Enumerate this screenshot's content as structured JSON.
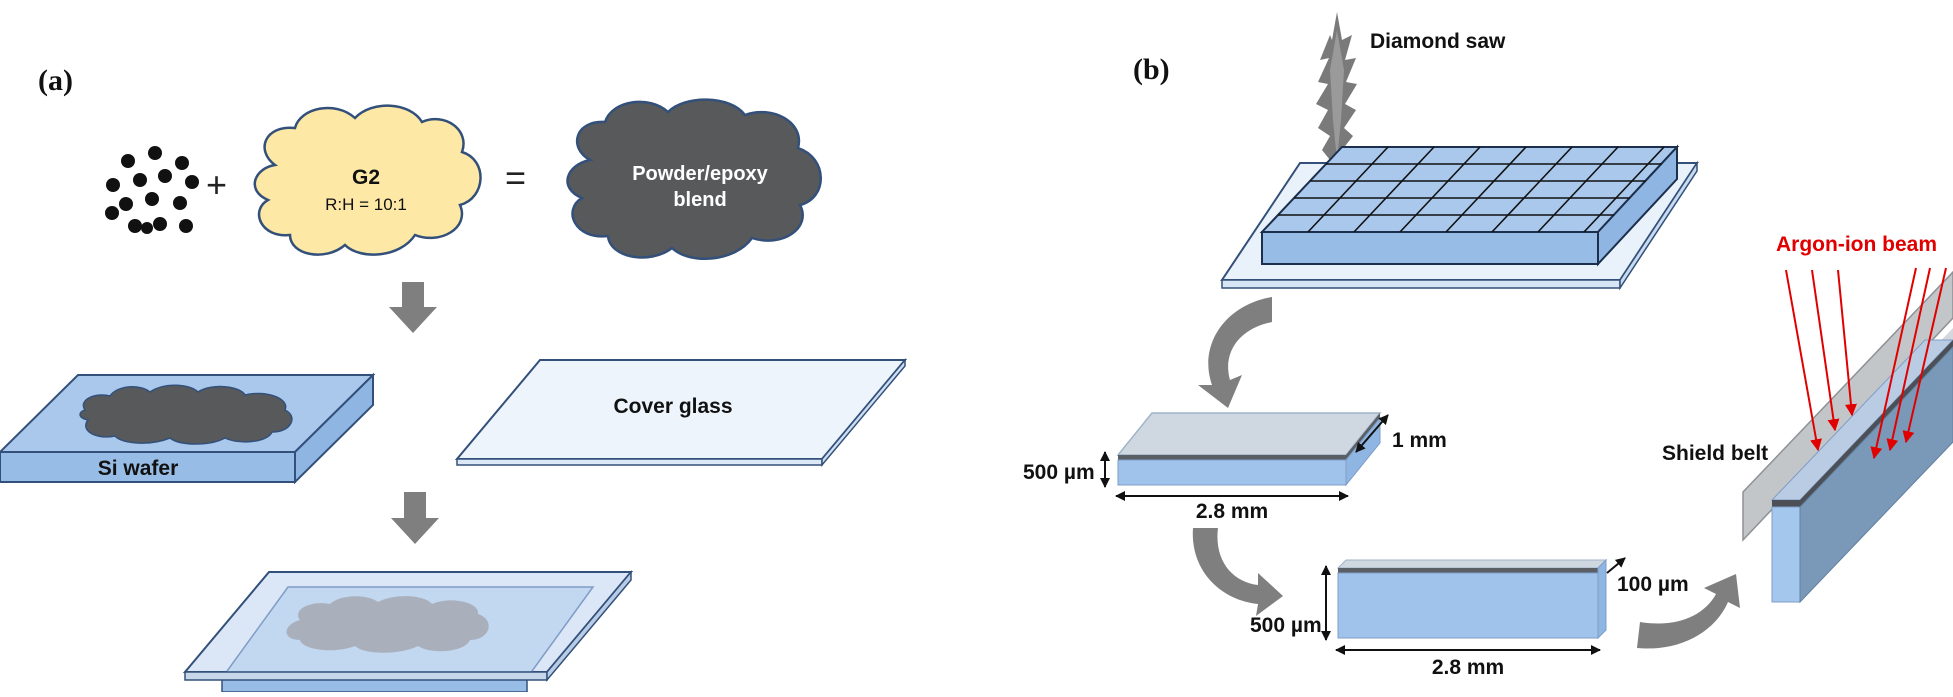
{
  "panel_a": {
    "label": "(a)",
    "plus": "+",
    "equals": "=",
    "epoxy_name": "G2",
    "epoxy_ratio": "R:H = 10:1",
    "blend_line1": "Powder/epoxy",
    "blend_line2": "blend",
    "wafer_label": "Si wafer",
    "cover_label": "Cover glass"
  },
  "panel_b": {
    "label": "(b)",
    "saw_label": "Diamond saw",
    "beam_label": "Argon-ion beam",
    "shield_label": "Shield belt",
    "first_slab": {
      "width": "2.8 mm",
      "height": "500 µm",
      "depth": "1 mm"
    },
    "second_slab": {
      "width": "2.8 mm",
      "height": "500 µm",
      "depth": "100 µm"
    }
  },
  "colors": {
    "blend_gray": "#58595b",
    "cloud_yellow": "#fde8a6",
    "cloud_stroke": "#33507a",
    "wafer_top": "#a9c8ec",
    "wafer_side": "#97bde7",
    "glass": "#eef4fb",
    "arrow_gray": "#7f7f7f",
    "beam_red": "#e00000"
  }
}
